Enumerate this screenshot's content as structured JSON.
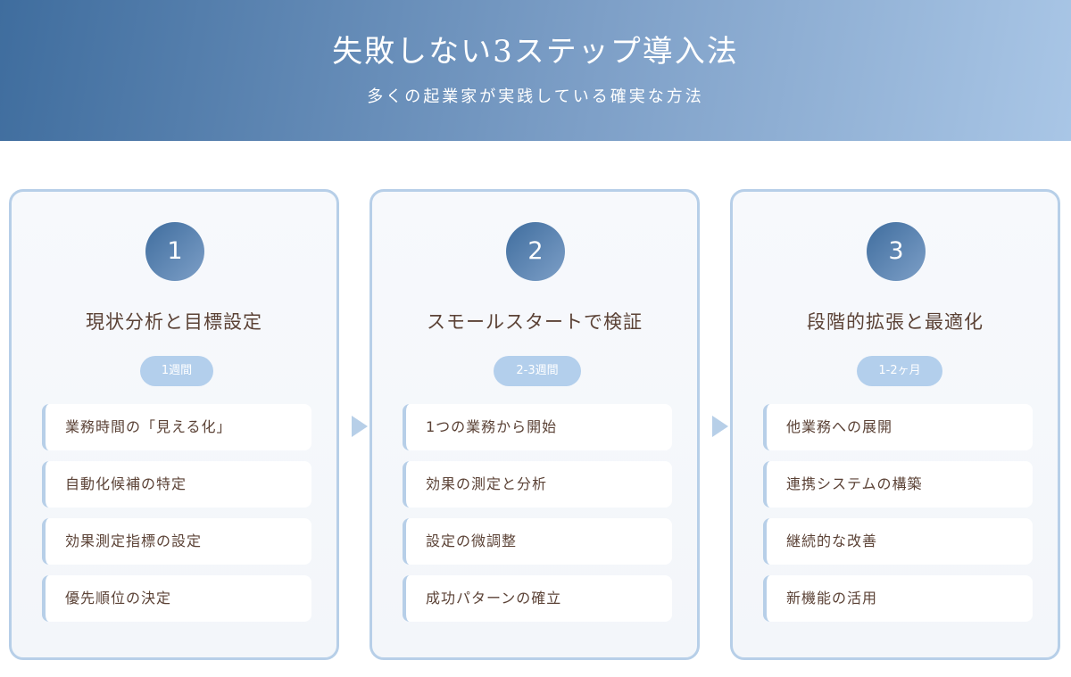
{
  "header": {
    "title": "失敗しない3ステップ導入法",
    "subtitle": "多くの起業家が実践している確実な方法"
  },
  "steps": [
    {
      "number": "1",
      "title": "現状分析と目標設定",
      "duration": "1週間",
      "tasks": [
        "業務時間の「見える化」",
        "自動化候補の特定",
        "効果測定指標の設定",
        "優先順位の決定"
      ]
    },
    {
      "number": "2",
      "title": "スモールスタートで検証",
      "duration": "2-3週間",
      "tasks": [
        "1つの業務から開始",
        "効果の測定と分析",
        "設定の微調整",
        "成功パターンの確立"
      ]
    },
    {
      "number": "3",
      "title": "段階的拡張と最適化",
      "duration": "1-2ヶ月",
      "tasks": [
        "他業務への展開",
        "連携システムの構築",
        "継続的な改善",
        "新機能の活用"
      ]
    }
  ],
  "colors": {
    "accent": "#3f6d9e",
    "accent_light": "#b7cfe8",
    "badge": "#b3cfec",
    "text": "#5b4236"
  },
  "icons": {
    "arrow": "chevron-right-arrow-icon"
  }
}
